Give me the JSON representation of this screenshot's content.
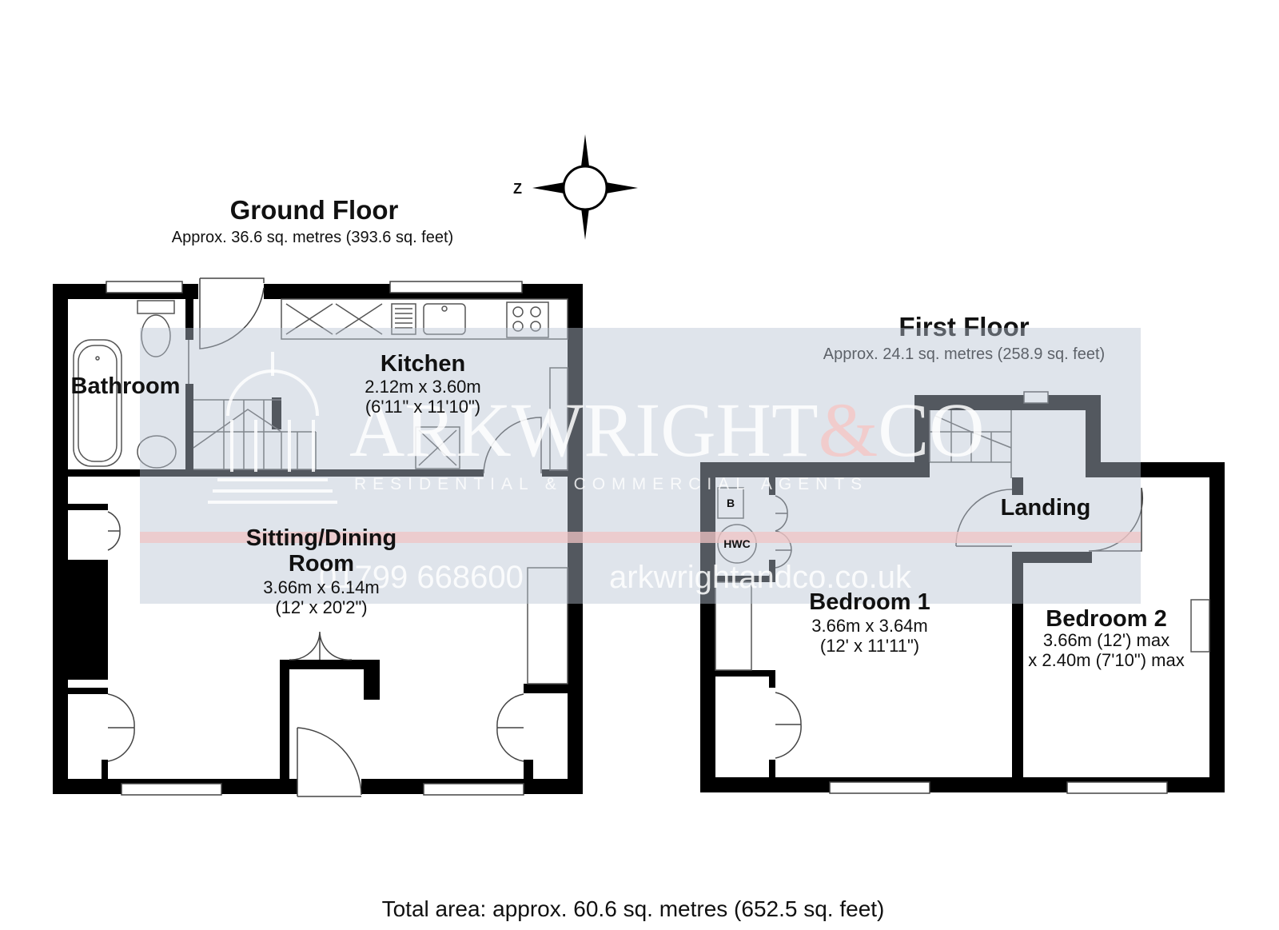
{
  "compass": {
    "north_label": "Z"
  },
  "ground_floor": {
    "title": "Ground Floor",
    "area": "Approx. 36.6 sq. metres (393.6 sq. feet)",
    "rooms": {
      "kitchen": {
        "name": "Kitchen",
        "dim_m": "2.12m x 3.60m",
        "dim_ft": "(6'11\" x 11'10\")"
      },
      "bathroom": {
        "name": "Bathroom"
      },
      "sitting": {
        "name_line1": "Sitting/Dining",
        "name_line2": "Room",
        "dim_m": "3.66m x 6.14m",
        "dim_ft": "(12' x 20'2\")"
      }
    }
  },
  "first_floor": {
    "title": "First Floor",
    "area": "Approx. 24.1 sq. metres (258.9 sq. feet)",
    "rooms": {
      "landing": {
        "name": "Landing"
      },
      "bedroom1": {
        "name": "Bedroom 1",
        "dim_m": "3.66m x 3.64m",
        "dim_ft": "(12' x 11'11\")"
      },
      "bedroom2": {
        "name": "Bedroom 2",
        "dim_1": "3.66m (12') max",
        "dim_2": "x 2.40m (7'10\") max"
      },
      "boiler_label": "B",
      "hwc_label": "HWC"
    }
  },
  "watermark": {
    "brand": "ARKWRIGHT",
    "amp": "&",
    "brand_end": "CO",
    "tagline": "RESIDENTIAL & COMMERCIAL AGENTS",
    "phone": "01799 668600",
    "website": "arkwrightandco.co.uk",
    "colors": {
      "band": "#b9c3d3",
      "accent": "#f0c4c4"
    }
  },
  "total_area": "Total area: approx. 60.6 sq. metres (652.5 sq. feet)"
}
